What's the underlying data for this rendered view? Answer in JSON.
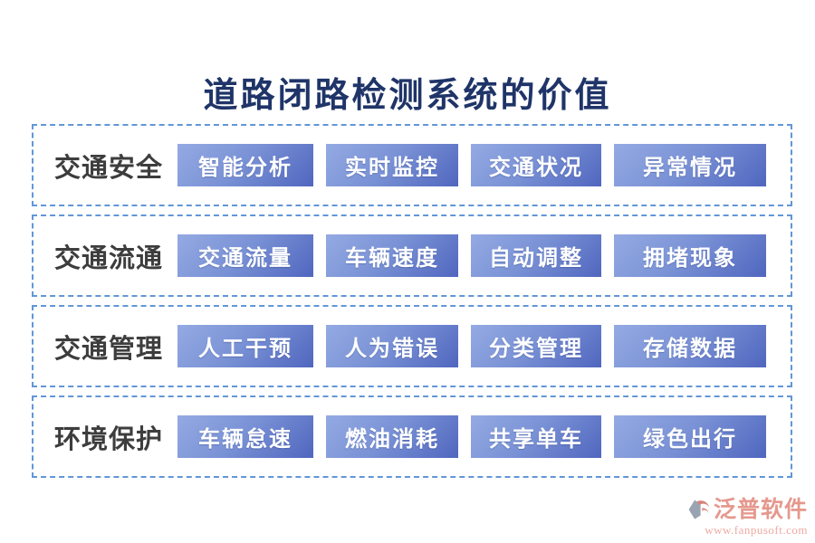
{
  "title": "道路闭路检测系统的价值",
  "rows": [
    {
      "category": "交通安全",
      "items": [
        "智能分析",
        "实时监控",
        "交通状况",
        "异常情况"
      ]
    },
    {
      "category": "交通流通",
      "items": [
        "交通流量",
        "车辆速度",
        "自动调整",
        "拥堵现象"
      ]
    },
    {
      "category": "交通管理",
      "items": [
        "人工干预",
        "人为错误",
        "分类管理",
        "存储数据"
      ]
    },
    {
      "category": "环境保护",
      "items": [
        "车辆怠速",
        "燃油消耗",
        "共享单车",
        "绿色出行"
      ]
    }
  ],
  "footer": {
    "brand": "泛普软件",
    "url": "www.fanpusoft.com"
  },
  "colors": {
    "title_text": "#1f3468",
    "row_border": "#6296d6",
    "chip_gradient_start": "#94aae3",
    "chip_gradient_end": "#5066bf",
    "chip_text": "#ffffff",
    "category_text": "#3d3d3d",
    "brand_text": "#e5988e",
    "url_text": "#eeaaa2",
    "logo_gray": "#9aa3b2",
    "logo_coral": "#d5837b"
  }
}
